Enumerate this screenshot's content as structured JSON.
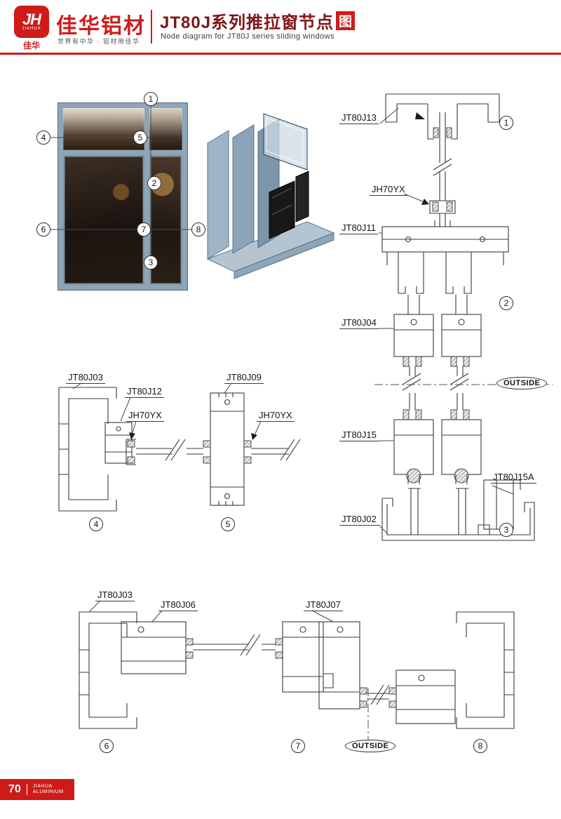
{
  "header": {
    "logo": {
      "monogram": "JH",
      "brand_en": "JIAHUA",
      "brand_cn": "佳华"
    },
    "brand_name": "佳华铝材",
    "slogan": "世界有中华 · 铝材用佳华",
    "title_cn": "JT80J系列推拉窗节点",
    "title_cn_boxed": "图",
    "title_en": "Node diagram for JT80J series sliding windows"
  },
  "photo": {
    "callouts": [
      "1",
      "4",
      "5",
      "2",
      "6",
      "7",
      "8",
      "3"
    ]
  },
  "section_right": {
    "labels": {
      "l1": "JT80J13",
      "l2": "JH70YX",
      "l3": "JT80J11",
      "l4": "JT80J04",
      "l5": "JT80J15",
      "l6": "JT80J15A",
      "l7": "JT80J02"
    },
    "outside": "OUTSIDE",
    "callouts": [
      "1",
      "2",
      "3"
    ]
  },
  "section_mid": {
    "labels": {
      "l1": "JT80J03",
      "l2": "JT80J12",
      "l3": "JH70YX",
      "l4": "JT80J09",
      "l5": "JH70YX"
    },
    "callouts": [
      "4",
      "5"
    ]
  },
  "section_bottom": {
    "labels": {
      "l1": "JT80J03",
      "l2": "JT80J06",
      "l3": "JT80J07"
    },
    "outside": "OUTSIDE",
    "callouts": [
      "6",
      "7",
      "8"
    ]
  },
  "footer": {
    "page_number": "70",
    "brand_line1": "JIAHUA",
    "brand_line2": "ALUMINIUM"
  }
}
